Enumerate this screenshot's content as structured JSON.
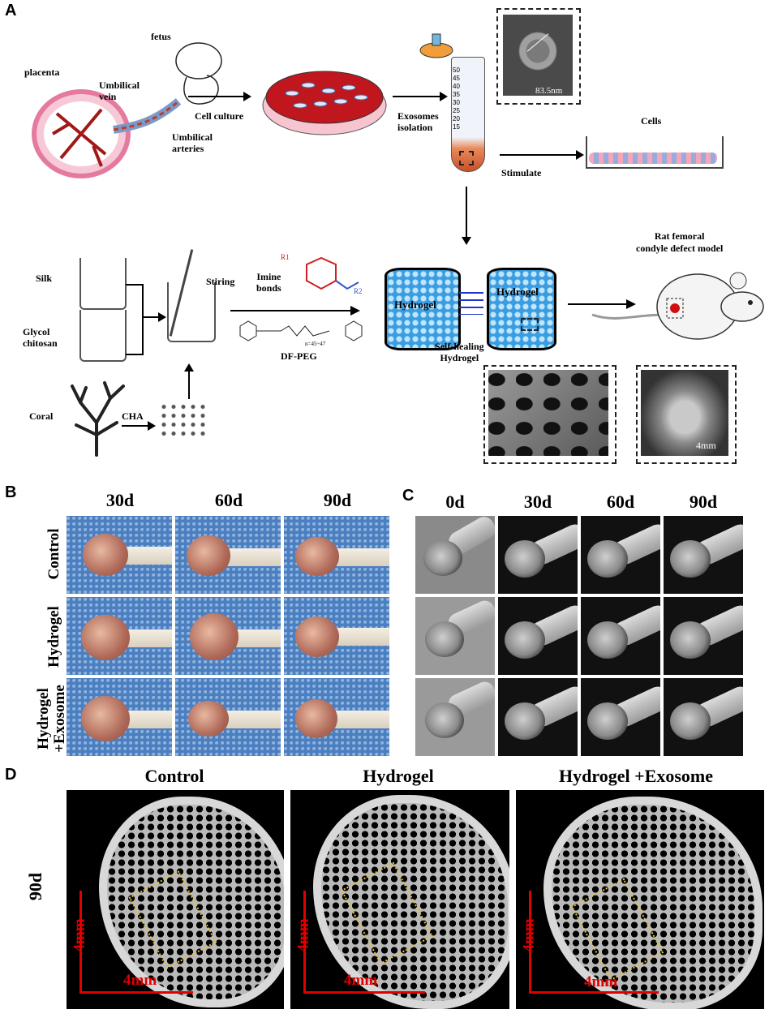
{
  "panels": {
    "a": "A",
    "b": "B",
    "c": "C",
    "d": "D"
  },
  "panel_a": {
    "fetus": "fetus",
    "placenta": "placenta",
    "umbilical_vein": "Umbilical\nvein",
    "umbilical_arteries": "Umbilical\narteries",
    "cell_culture": "Cell culture",
    "exosomes_isolation": "Exosomes\nisolation",
    "tube_ticks": [
      "50",
      "45",
      "40",
      "35",
      "30",
      "25",
      "20",
      "15"
    ],
    "tem_size": "83.5nm",
    "cells": "Cells",
    "stimulate": "Stimulate",
    "silk": "Silk",
    "glycol_chitosan": "Glycol\nchitosan",
    "stiring": "Stiring",
    "coral": "Coral",
    "cha": "CHA",
    "imine_bonds": "Imine\nbonds",
    "r1": "R1",
    "r2": "R2",
    "dfpeg": "DF-PEG",
    "peg_n": "n=45~47",
    "hydrogel_left": "Hydrogel",
    "hydrogel_right": "Hydrogel",
    "self_healing": "Self-healing\nHydrogel",
    "rat_model": "Rat femoral\ncondyle defect model",
    "xray_scale": "4mm"
  },
  "panel_b": {
    "columns": [
      "30d",
      "60d",
      "90d"
    ],
    "rows": [
      "Control",
      "Hydrogel",
      "Hydrogel\n+Exosome"
    ]
  },
  "panel_c": {
    "columns": [
      "0d",
      "30d",
      "60d",
      "90d"
    ]
  },
  "panel_d": {
    "columns": [
      "Control",
      "Hydrogel",
      "Hydrogel +Exosome"
    ],
    "row_label": "90d",
    "scale_v": "4mm",
    "scale_h": "4mm"
  },
  "colors": {
    "scale_red": "#e00000",
    "roi_yellow": "#e8c040",
    "photo_blue": "#4b7fc0"
  }
}
